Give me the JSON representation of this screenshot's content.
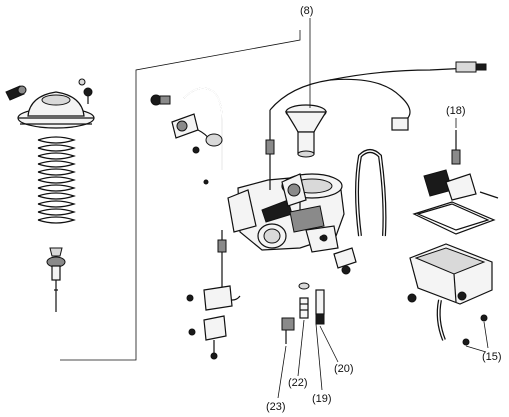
{
  "diagram": {
    "callouts": {
      "c8": "(8)",
      "c18": "(18)",
      "c15": "(15)",
      "c20": "(20)",
      "c19": "(19)",
      "c22": "(22)",
      "c23": "(23)"
    }
  }
}
